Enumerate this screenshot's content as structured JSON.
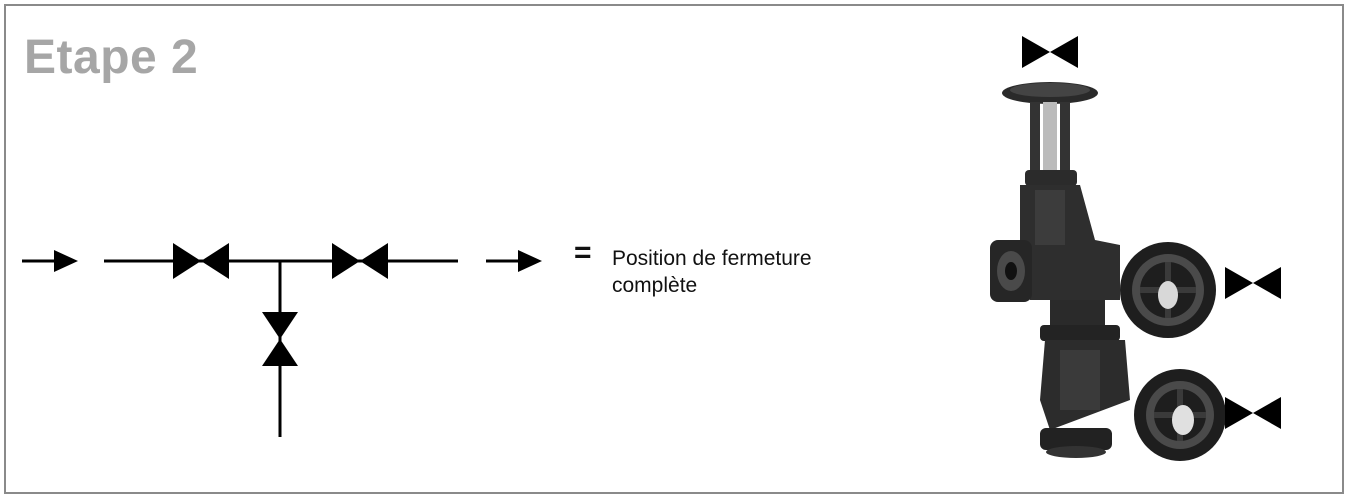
{
  "title": "Etape 2",
  "legend": {
    "equals_symbol": "=",
    "text": "Position de fermeture complète"
  },
  "diagram": {
    "valves_state": "closed",
    "flow_direction": "left-to-right",
    "symbol_color": "#000000",
    "title_color": "#a6a6a6"
  },
  "photo": {
    "subject": "valve-assembly",
    "closed_marker_count": 3
  }
}
